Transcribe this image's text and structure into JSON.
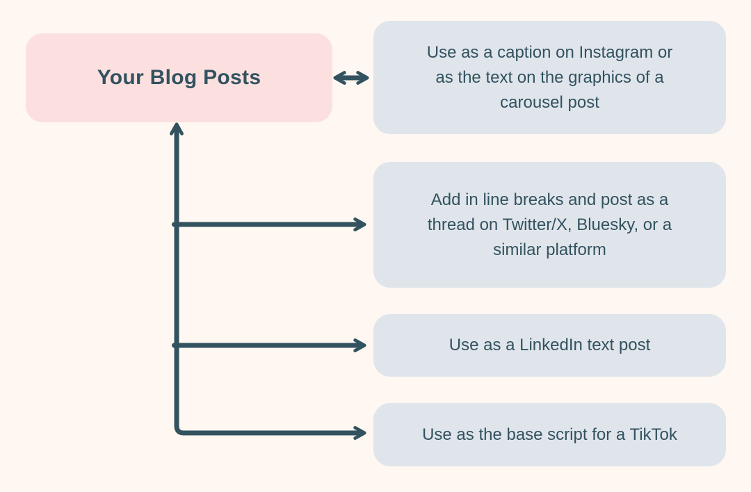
{
  "colors": {
    "background": "#FFF7F1",
    "source_box_fill": "#FCE0E0",
    "target_box_fill": "#DFE5EB",
    "ink": "#33525F"
  },
  "diagram": {
    "source_box": {
      "label": "Your Blog Posts"
    },
    "target_boxes": [
      {
        "label": "Use as a caption on Instagram or as the text on the graphics of a carousel post",
        "lines": [
          "Use as a caption on Instagram or",
          "as the text on the graphics of a",
          "carousel post"
        ]
      },
      {
        "label": "Add in line breaks and post as a thread on Twitter/X, Bluesky, or a similar platform",
        "lines": [
          "Add in line breaks and post as a",
          "thread on Twitter/X, Bluesky, or a",
          "similar platform"
        ]
      },
      {
        "label": "Use as a LinkedIn text post",
        "lines": [
          "Use as a LinkedIn text post"
        ]
      },
      {
        "label": "Use as the base script for a TikTok",
        "lines": [
          "Use as the base script for a TikTok"
        ]
      }
    ],
    "connectors": {
      "source_to_target_1": "bidirectional-horizontal-arrow",
      "source_to_target_2": "one-way-branch-arrow",
      "source_to_target_3": "one-way-branch-arrow",
      "source_to_target_4": "one-way-branch-arrow-from-trunk-corner",
      "trunk": "vertical-line-with-up-arrow-into-source-box"
    }
  }
}
